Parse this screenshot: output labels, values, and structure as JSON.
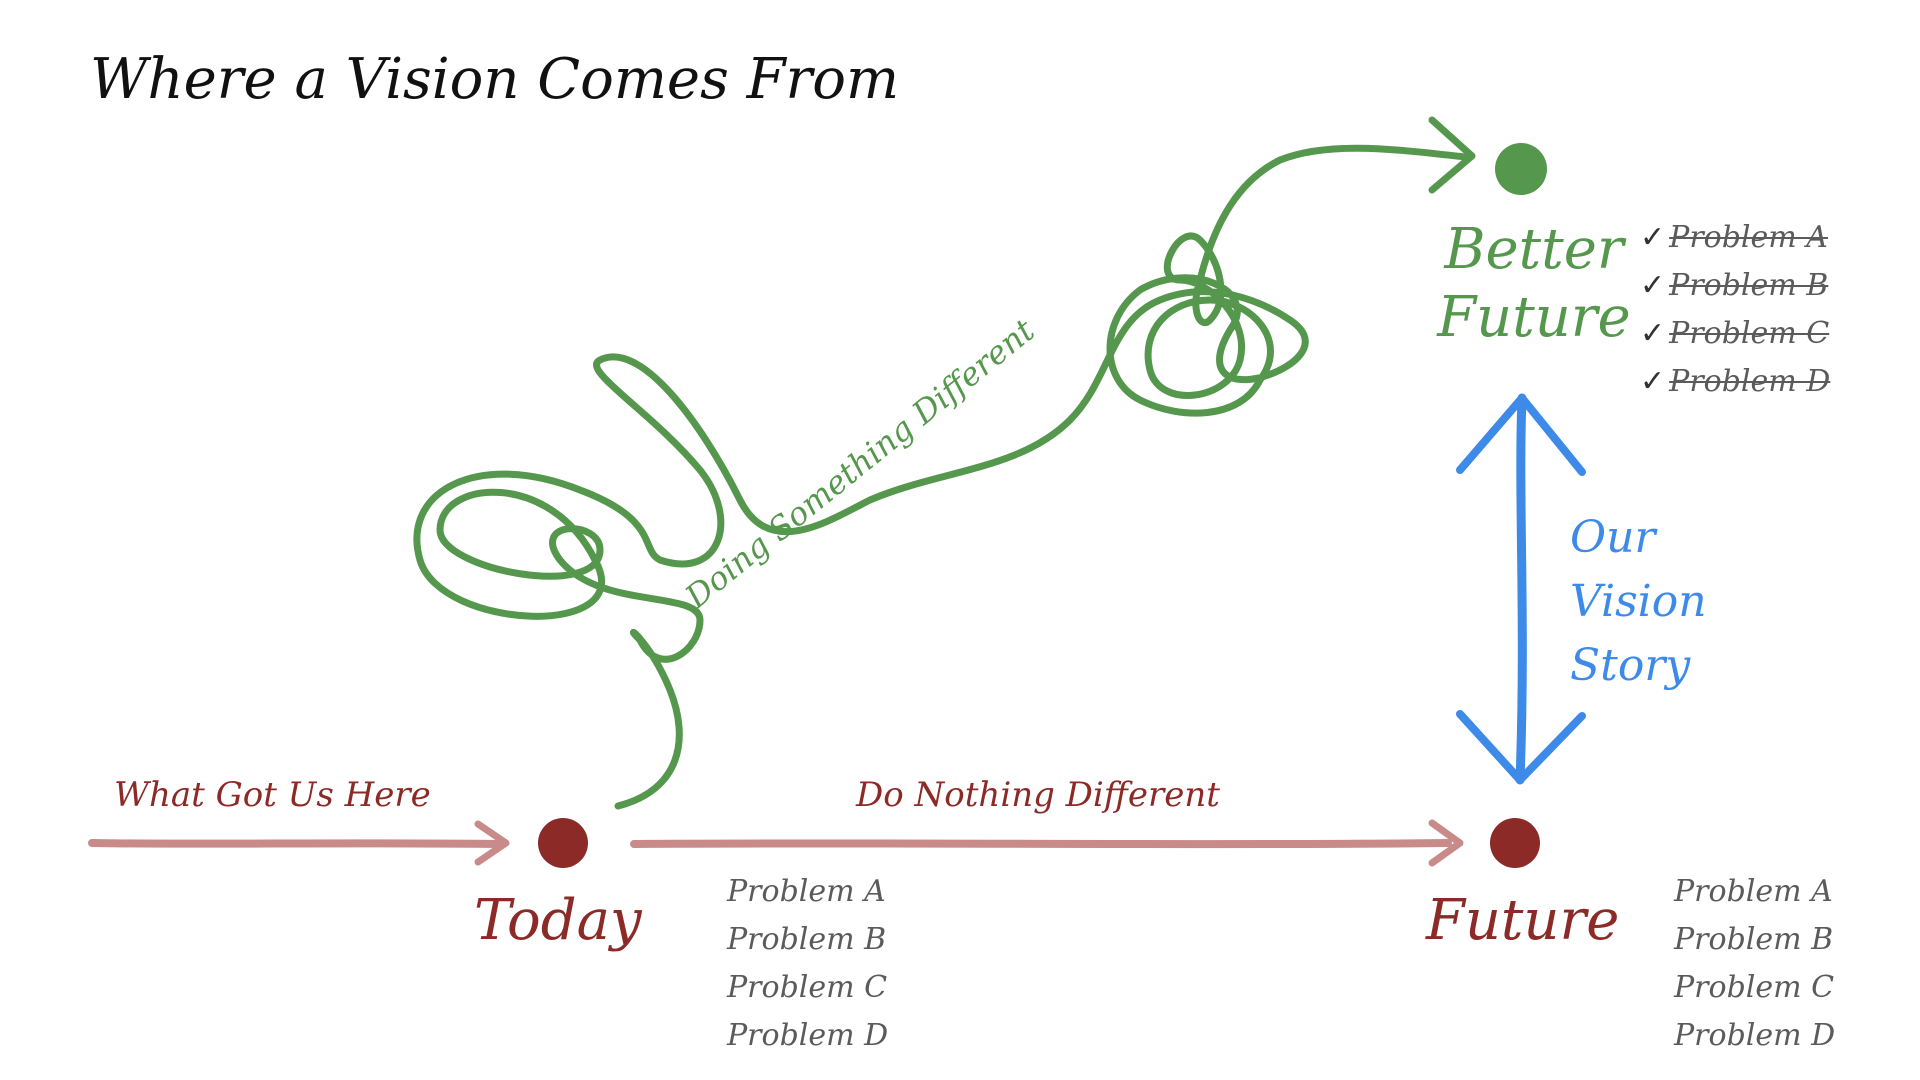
{
  "title": "Where a Vision Comes From",
  "labels": {
    "what_got_us_here": "What Got Us Here",
    "do_nothing_different": "Do Nothing Different",
    "doing_something_different": "Doing Something Different",
    "today": "Today",
    "future": "Future",
    "better_future": [
      "Better",
      "Future"
    ],
    "our_vision_story": [
      "Our",
      "Vision",
      "Story"
    ]
  },
  "today_problems": [
    "Problem A",
    "Problem B",
    "Problem C",
    "Problem D"
  ],
  "future_problems": [
    "Problem A",
    "Problem B",
    "Problem C",
    "Problem D"
  ],
  "better_future_problems": {
    "check_glyph": "✓",
    "items": [
      "Problem A",
      "Problem B",
      "Problem C",
      "Problem D"
    ]
  },
  "colors": {
    "red": "#8b2a26",
    "red_arrow": "#c98a8a",
    "green": "#55974c",
    "blue": "#3d8ae8",
    "grey": "#5b5b5b"
  }
}
